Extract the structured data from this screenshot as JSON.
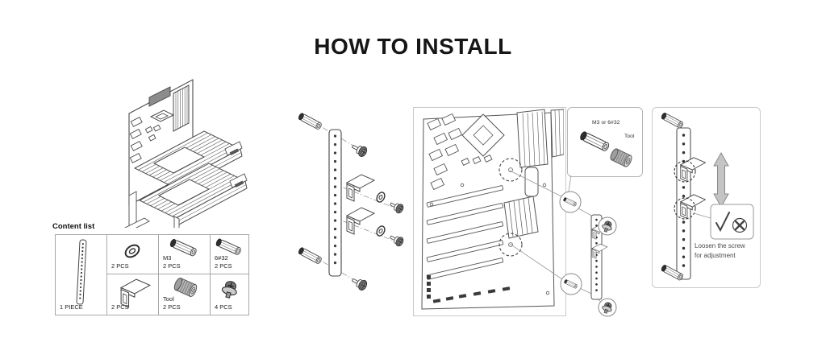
{
  "title": "HOW TO INSTALL",
  "content_list": {
    "heading": "Content list",
    "items": [
      {
        "qty": "1 PIECE"
      },
      {
        "qty": "2 PCS"
      },
      {
        "label": "M3",
        "qty": "2 PCS"
      },
      {
        "label": "6#32",
        "qty": "2 PCS"
      },
      {
        "qty": "2 PCS"
      },
      {
        "label": "Tool",
        "qty": "2 PCS"
      },
      {
        "qty": "4 PCS"
      }
    ]
  },
  "callout_box": {
    "standoff_label": "M3 or 6#32",
    "tool_label": "Tool"
  },
  "adjustment_note": {
    "line1": "Loosen the screw",
    "line2": "for adjustment"
  },
  "colors": {
    "line_art": "#4a4a4a",
    "panel_border": "#c9c9c9",
    "arrow_gray": "#c4c4c4",
    "metal_dark": "#2e2e2e"
  }
}
